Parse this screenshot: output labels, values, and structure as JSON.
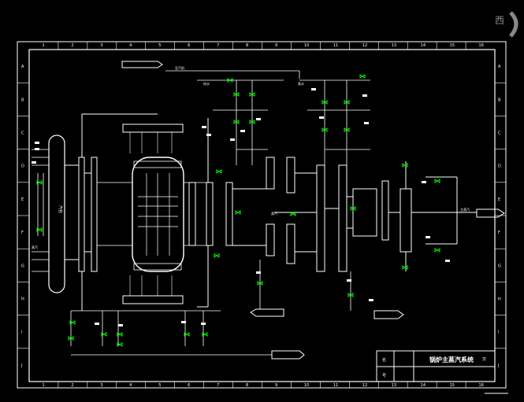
{
  "corner_text": "西",
  "grid": {
    "columns": [
      "1",
      "2",
      "3",
      "4",
      "5",
      "6",
      "7",
      "8",
      "9",
      "10",
      "11",
      "12",
      "13",
      "14",
      "15",
      "16"
    ],
    "rows": [
      "A",
      "B",
      "C",
      "D",
      "E",
      "F",
      "G",
      "H",
      "I",
      "J"
    ]
  },
  "title_block": {
    "drawing_title": "锅炉主蒸汽系统",
    "label_left": "名",
    "label_left2": "号",
    "tail_char": "交"
  },
  "labels": {
    "steam_drum": "汽包",
    "feed_water": "给水",
    "left_water": "蒸汽",
    "right_water": "蒸水",
    "center_water": "蒸汽",
    "top_arrow": "至汽机",
    "right_out": "主蒸汽",
    "bottom_left_out": "",
    "bottom_right_out": ""
  },
  "colors": {
    "background": "#000000",
    "line": "#ffffff",
    "valve": "#00ff00",
    "border": "#ffffff"
  }
}
